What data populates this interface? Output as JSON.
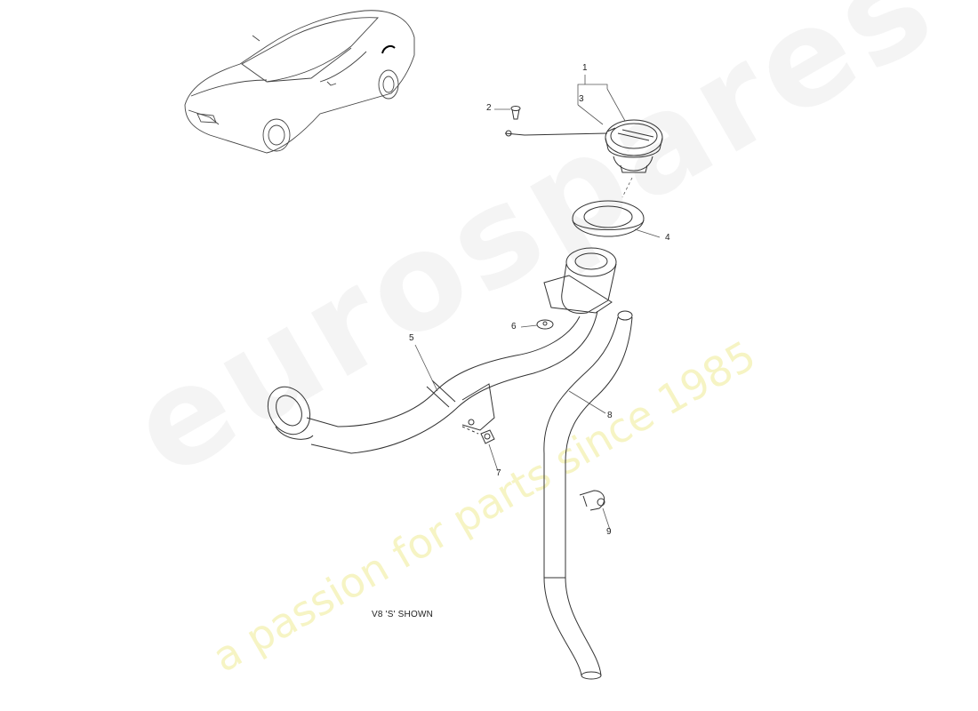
{
  "callouts": {
    "c1": "1",
    "c2": "2",
    "c3": "3",
    "c4": "4",
    "c5": "5",
    "c6": "6",
    "c7": "7",
    "c8": "8",
    "c9": "9"
  },
  "note": "V8 'S' SHOWN",
  "watermark": {
    "brand": "eurospares",
    "tagline": "a passion for parts since 1985"
  },
  "colors": {
    "line": "#333333",
    "watermark_tag": "#e6e25a"
  }
}
